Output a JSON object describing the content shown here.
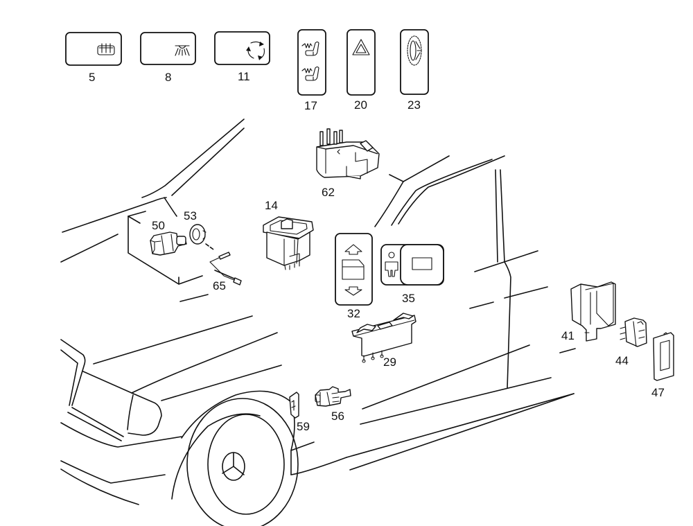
{
  "diagram": {
    "type": "exploded-parts-diagram",
    "subject": "vehicle switches and buttons",
    "line_color": "#111111",
    "background": "#ffffff"
  },
  "symbol_panels": [
    {
      "number": "5",
      "icon": "rear-window-defroster-icon"
    },
    {
      "number": "8",
      "icon": "interior-light-icon"
    },
    {
      "number": "11",
      "icon": "recirculation-icon"
    },
    {
      "number": "17",
      "icon": "seat-heater-icon"
    },
    {
      "number": "20",
      "icon": "hazard-warning-icon"
    },
    {
      "number": "23",
      "icon": "traction-snow-chain-icon"
    }
  ],
  "parts": [
    {
      "number": "62",
      "name": "relay-switch-block"
    },
    {
      "number": "14",
      "name": "rocker-switch"
    },
    {
      "number": "50",
      "name": "hood-switch"
    },
    {
      "number": "53",
      "name": "nut"
    },
    {
      "number": "65",
      "name": "wire-lead"
    },
    {
      "number": "32",
      "name": "window-switch-panel",
      "icon": "window-up-down-icon"
    },
    {
      "number": "35",
      "name": "child-lock-switch-panel",
      "icon": "child-safety-icon"
    },
    {
      "number": "29",
      "name": "multi-window-switch"
    },
    {
      "number": "41",
      "name": "switch-frame"
    },
    {
      "number": "44",
      "name": "switch-insert"
    },
    {
      "number": "47",
      "name": "switch-cover"
    },
    {
      "number": "59",
      "name": "clip"
    },
    {
      "number": "56",
      "name": "door-contact-switch"
    }
  ]
}
